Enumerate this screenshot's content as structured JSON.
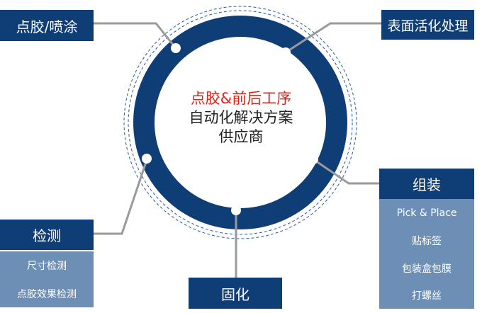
{
  "center": {
    "line1": "点胶&前后工序",
    "line2": "自动化解决方案",
    "line3": "供应商"
  },
  "labels": {
    "dispense": "点胶/喷涂",
    "surface": "表面活化处理",
    "assembly": "组装",
    "inspection": "检测",
    "curing": "固化"
  },
  "assembly_items": [
    "Pick & Place",
    "贴标签",
    "包装盒包膜",
    "打螺丝"
  ],
  "inspection_items": [
    "尺寸检测",
    "点胶效果检测"
  ],
  "colors": {
    "navy": "#0f3d75",
    "sub_blue": "#6d8fb6",
    "highlight": "#e2231a",
    "connector": "#9a9a9a"
  }
}
